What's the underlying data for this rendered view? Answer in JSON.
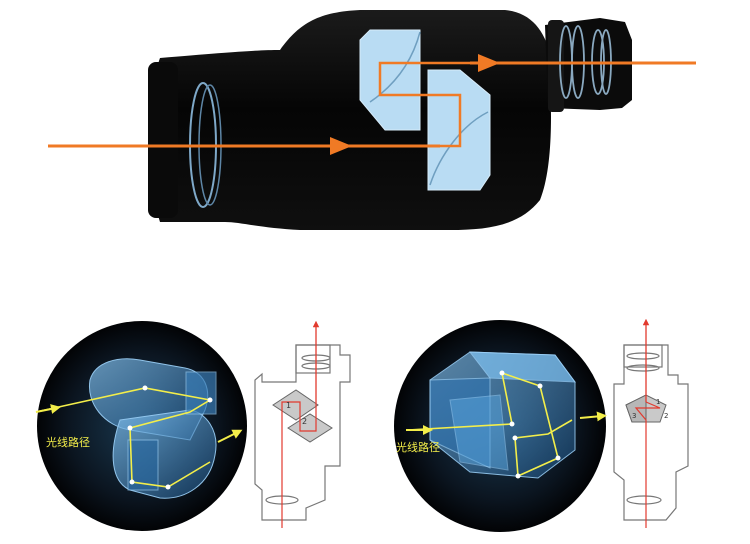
{
  "panels": {
    "left": {
      "caption": "光线路径",
      "prism_labels": [
        "1",
        "2"
      ]
    },
    "right": {
      "caption": "光线路径",
      "prism_labels": [
        "1",
        "2",
        "3"
      ]
    }
  },
  "colors": {
    "background": "#ffffff",
    "body": "#050505",
    "prism": "#b9dcf3",
    "light_path": "#f07a25",
    "circle_ray": "#f3ee4a",
    "glass": "#6ab2e6",
    "schematic_ray": "#e23a2e",
    "schematic_line": "#777777"
  }
}
